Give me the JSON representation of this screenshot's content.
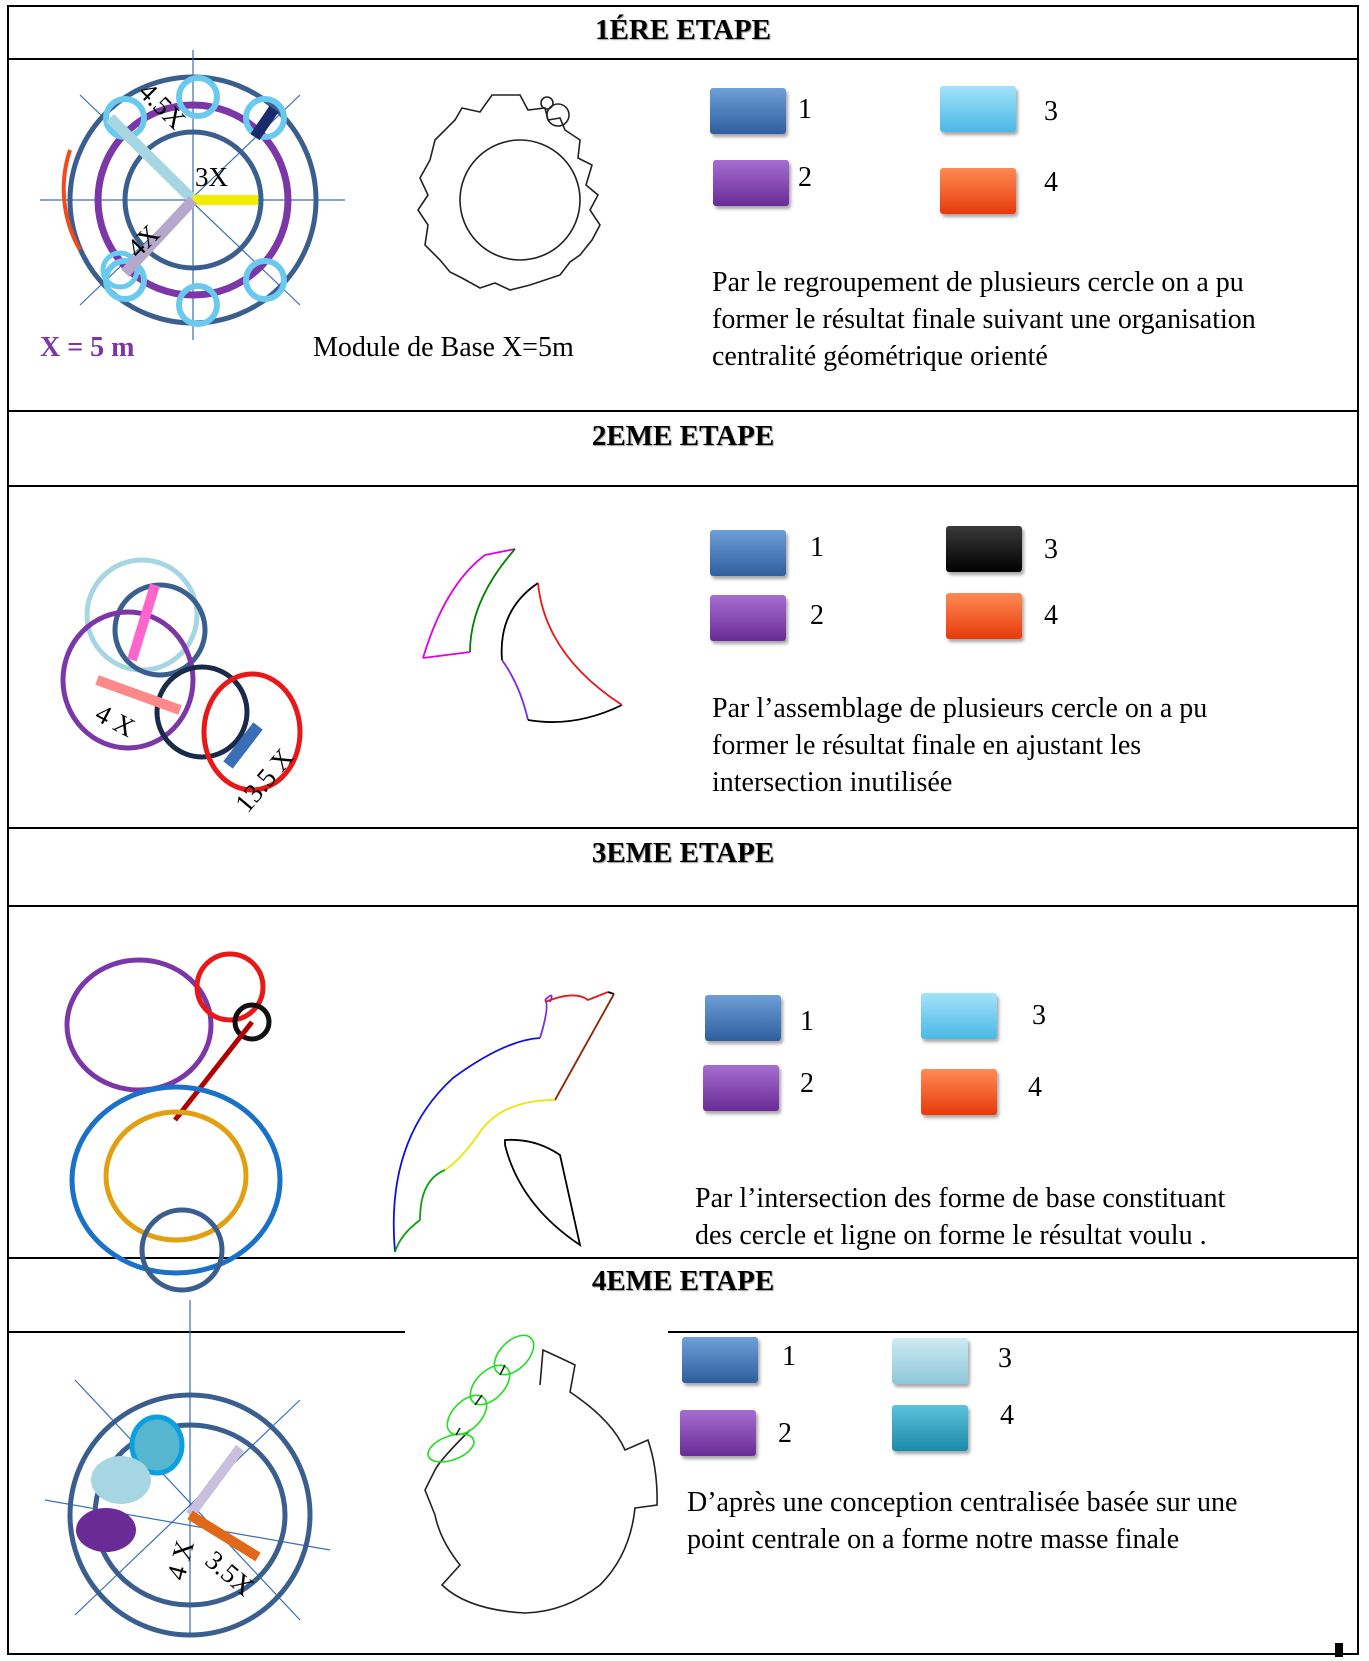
{
  "steps": [
    {
      "title": "1ÉRE ETAPE",
      "diagram_labels": [
        "4.5X",
        "3X",
        "4X",
        "X = 5 m"
      ],
      "module_label": "Module de Base X=5m",
      "legend": [
        {
          "num": "1",
          "color": "#3a6fb5"
        },
        {
          "num": "2",
          "color": "#7b37a8"
        },
        {
          "num": "3",
          "color": "#6ac9ee"
        },
        {
          "num": "4",
          "color": "#f24a1a"
        }
      ],
      "description": [
        "Par le regroupement de plusieurs cercle on a pu",
        "former le résultat finale suivant une organisation",
        "centralité géométrique orienté"
      ]
    },
    {
      "title": "2EME ETAPE",
      "diagram_labels": [
        "4 X",
        "13.5 X"
      ],
      "legend": [
        {
          "num": "1",
          "color": "#3a6fb5"
        },
        {
          "num": "2",
          "color": "#7b37a8"
        },
        {
          "num": "3",
          "color": "#111111"
        },
        {
          "num": "4",
          "color": "#f24a1a"
        }
      ],
      "description": [
        "Par l’assemblage de plusieurs cercle on a pu",
        "former le résultat finale en ajustant les",
        "intersection inutilisée"
      ]
    },
    {
      "title": "3EME ETAPE",
      "legend": [
        {
          "num": "1",
          "color": "#3a6fb5"
        },
        {
          "num": "2",
          "color": "#7b37a8"
        },
        {
          "num": "3",
          "color": "#6ac9ee"
        },
        {
          "num": "4",
          "color": "#f24a1a"
        }
      ],
      "description": [
        "Par l’intersection des forme de base constituant",
        "des cercle et ligne on forme le résultat voulu ."
      ]
    },
    {
      "title": "4EME ETAPE",
      "diagram_labels": [
        "4 X",
        "3.5X"
      ],
      "legend": [
        {
          "num": "1",
          "color": "#3a6fb5"
        },
        {
          "num": "2",
          "color": "#7b37a8"
        },
        {
          "num": "3",
          "color": "#a6d6e2"
        },
        {
          "num": "4",
          "color": "#2fa3bf"
        }
      ],
      "description": [
        "D’après une conception centralisée basée sur une",
        "point centrale on a forme notre masse finale"
      ]
    }
  ]
}
